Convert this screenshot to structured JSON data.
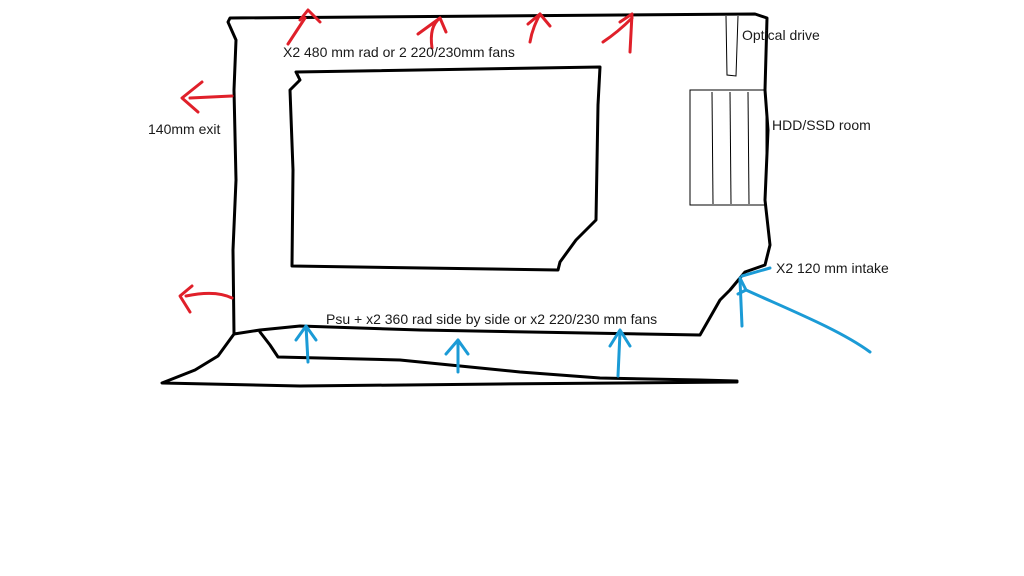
{
  "labels": {
    "top_rad": "X2 480 mm rad or 2 220/230mm fans",
    "rear_exit": "140mm exit",
    "optical_drive": "Optical drive",
    "hdd_room": "HDD/SSD room",
    "front_intake": "X2 120 mm intake",
    "bottom_psu": "Psu + x2 360 rad side by side or x2 220/230 mm fans"
  },
  "colors": {
    "outline": "#000000",
    "exhaust_arrows": "#e0202a",
    "intake_arrows": "#1b9bd6",
    "background": "#ffffff"
  }
}
